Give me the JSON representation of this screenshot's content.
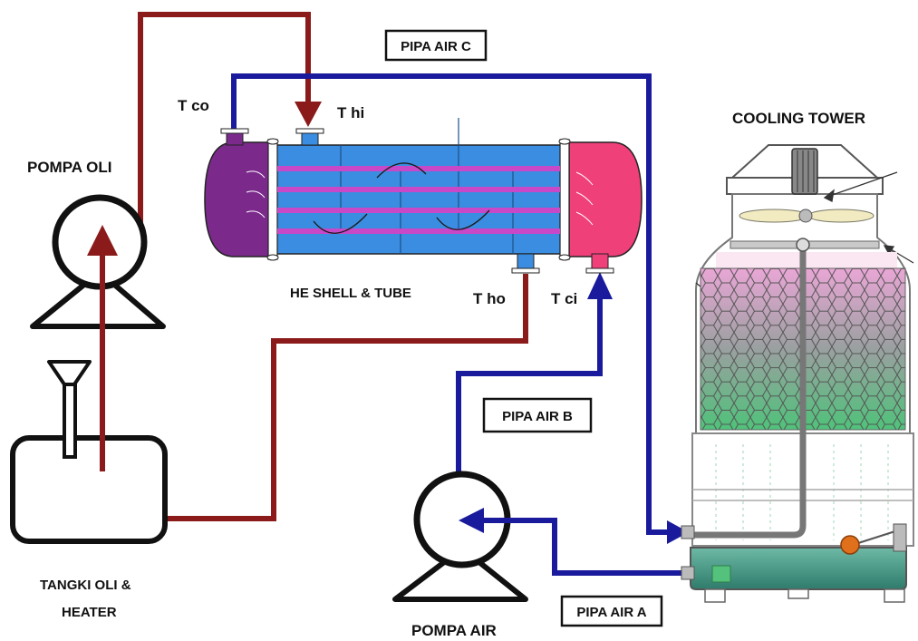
{
  "labels": {
    "pipa_air_c": "PIPA AIR C",
    "pipa_air_b": "PIPA AIR B",
    "pipa_air_a": "PIPA AIR A",
    "t_co": "T co",
    "t_hi": "T hi",
    "t_ho": "T ho",
    "t_ci": "T ci",
    "pompa_oli": "POMPA OLI",
    "pompa_air": "POMPA AIR",
    "he_shell_tube": "HE SHELL & TUBE",
    "cooling_tower": "COOLING TOWER",
    "tangki_line1": "TANGKI OLI &",
    "tangki_line2": "HEATER"
  },
  "colors": {
    "oil_pipe": "#8b1a1a",
    "water_pipe": "#1a1a9c",
    "shell": "#3a8de0",
    "inlet_head": "#7b2a8c",
    "outlet_head": "#f0407a",
    "tube": "#c848c8",
    "fill_top": "#e7a0d0",
    "fill_bottom": "#4fc27a",
    "basin_water": "#3d8a7a"
  }
}
